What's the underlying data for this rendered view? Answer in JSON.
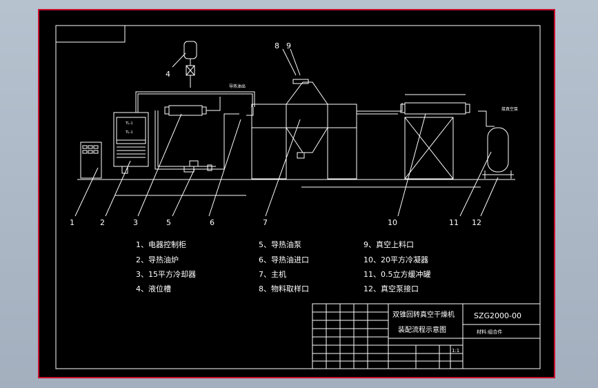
{
  "callouts": [
    "1",
    "2",
    "3",
    "4",
    "5",
    "6",
    "7",
    "8",
    "9",
    "10",
    "11",
    "12"
  ],
  "legend": [
    "1、电器控制柜",
    "2、导热油炉",
    "3、15平方冷却器",
    "4、液位槽",
    "5、导热油泵",
    "6、导热油进口",
    "7、主机",
    "8、物料取样口",
    "9、真空上料口",
    "10、20平方冷凝器",
    "11、0.5立方缓冲罐",
    "12、真空泵接口"
  ],
  "title_block": {
    "name_line1": "双锥回转真空干燥机",
    "name_line2": "装配流程示意图",
    "drawing_no": "SZG2000-00",
    "material": "材料:组合件",
    "scale": "1:1"
  },
  "annotations": {
    "oil_out": "导热油出",
    "vacuum_pump": "接真空泵"
  },
  "colors": {
    "frame": "#c8102e",
    "background": "#000000",
    "lines": "#ffffff",
    "accent": "#00ffff"
  }
}
